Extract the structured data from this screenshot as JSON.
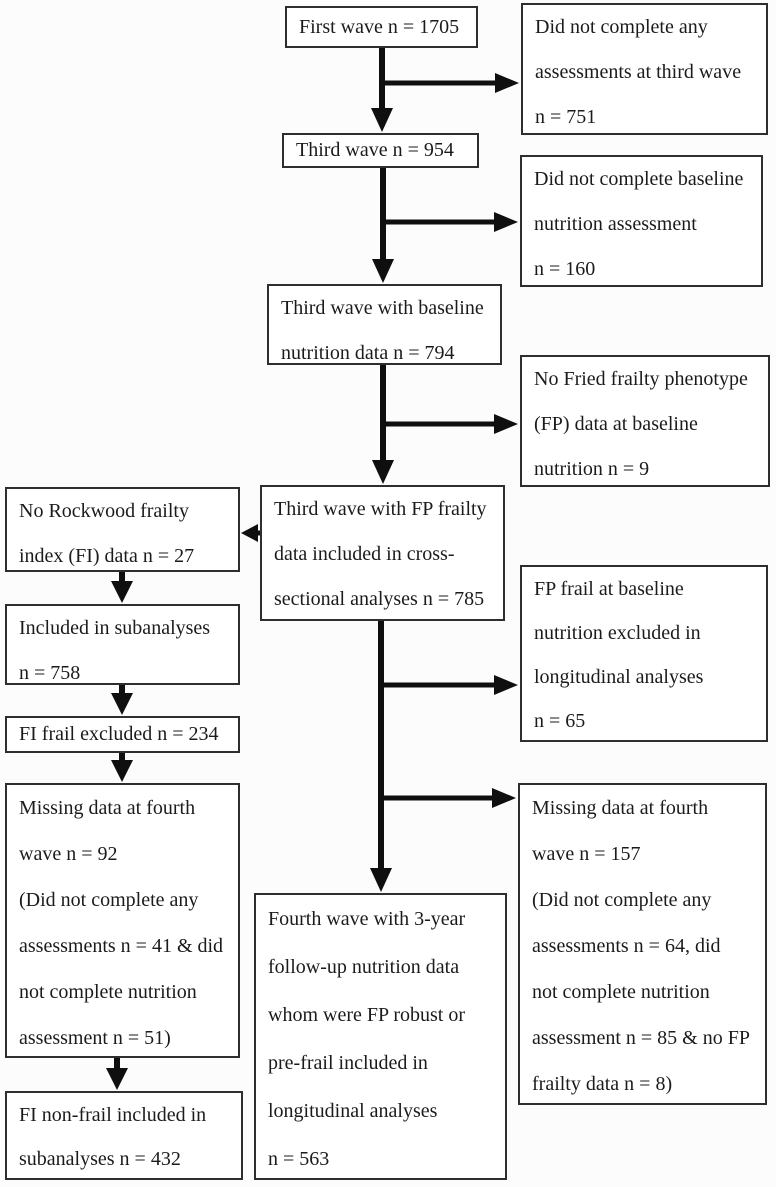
{
  "colors": {
    "background": "#fcfcfc",
    "box_fill": "#ffffff",
    "box_border": "#2e2e2e",
    "text": "#1b1b1b",
    "line": "#0f0f0f"
  },
  "boxes": {
    "first_wave": {
      "lines": [
        "First wave n = 1705"
      ]
    },
    "not_complete_third_wave": {
      "lines": [
        "Did not complete any",
        "assessments at third wave",
        "n = 751"
      ]
    },
    "third_wave": {
      "lines": [
        "Third wave n = 954"
      ]
    },
    "not_complete_baseline_nutrition": {
      "lines": [
        "Did not complete baseline",
        "nutrition assessment",
        "n = 160"
      ]
    },
    "third_wave_baseline_nutrition": {
      "lines": [
        "Third wave with baseline",
        "nutrition data n = 794"
      ]
    },
    "no_fried_fp_data": {
      "lines": [
        "No Fried frailty phenotype",
        "(FP) data at baseline",
        "nutrition n = 9"
      ]
    },
    "third_wave_fp_cross_sectional": {
      "lines": [
        "Third wave with FP frailty",
        "data included in cross-",
        "sectional analyses n = 785"
      ]
    },
    "no_rockwood_fi_data": {
      "lines": [
        "No Rockwood frailty",
        "index (FI) data n = 27"
      ]
    },
    "included_in_subanalyses": {
      "lines": [
        "Included in subanalyses",
        "n = 758"
      ]
    },
    "fi_frail_excluded": {
      "lines": [
        "FI frail excluded n = 234"
      ]
    },
    "missing_fourth_wave_subanalyses": {
      "lines": [
        "Missing data at fourth",
        "wave n = 92",
        "(Did not complete any",
        "assessments n = 41 & did",
        "not complete nutrition",
        "assessment n = 51)"
      ]
    },
    "fi_nonfrail_included": {
      "lines": [
        "FI non-frail included in",
        "subanalyses n = 432"
      ]
    },
    "fp_frail_excluded_longitudinal": {
      "lines": [
        "FP frail at baseline",
        "nutrition excluded in",
        "longitudinal analyses",
        "n = 65"
      ]
    },
    "missing_fourth_wave_longitudinal": {
      "lines": [
        "Missing data at fourth",
        "wave n = 157",
        "(Did not complete any",
        "assessments n = 64, did",
        "not complete nutrition",
        "assessment n = 85 & no FP",
        "frailty data n = 8)"
      ]
    },
    "fourth_wave_longitudinal": {
      "lines": [
        "Fourth wave with 3-year",
        "follow-up nutrition data",
        "whom were FP robust or",
        "pre-frail included in",
        "longitudinal analyses",
        "n = 563"
      ]
    }
  }
}
